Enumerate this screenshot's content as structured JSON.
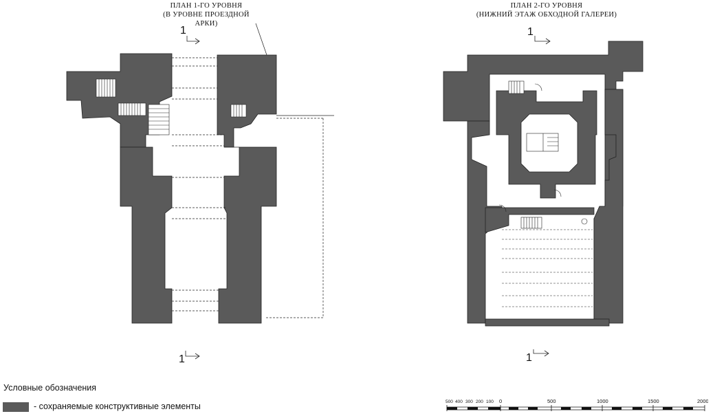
{
  "plan1": {
    "title_line1": "ПЛАН 1-ГО УРОВНЯ",
    "title_line2": "(В УРОВНЕ ПРОЕЗДНОЙ АРКИ)"
  },
  "plan2": {
    "title_line1": "ПЛАН 2-ГО УРОВНЯ",
    "title_line2": "(НИЖНИЙ ЭТАЖ ОБХОДНОЙ ГАЛЕРЕИ)"
  },
  "section_label": "1",
  "legend": {
    "title": "Условные обозначения",
    "item_text": "- сохраняемые конструктивные элементы",
    "item_color": "#5a5a5a"
  },
  "scale_bar": {
    "labels": [
      "500",
      "400",
      "300",
      "200",
      "100",
      "0",
      "500",
      "1000",
      "1500",
      "2000"
    ]
  },
  "colors": {
    "wall": "#5a5a5a",
    "line": "#222222"
  }
}
